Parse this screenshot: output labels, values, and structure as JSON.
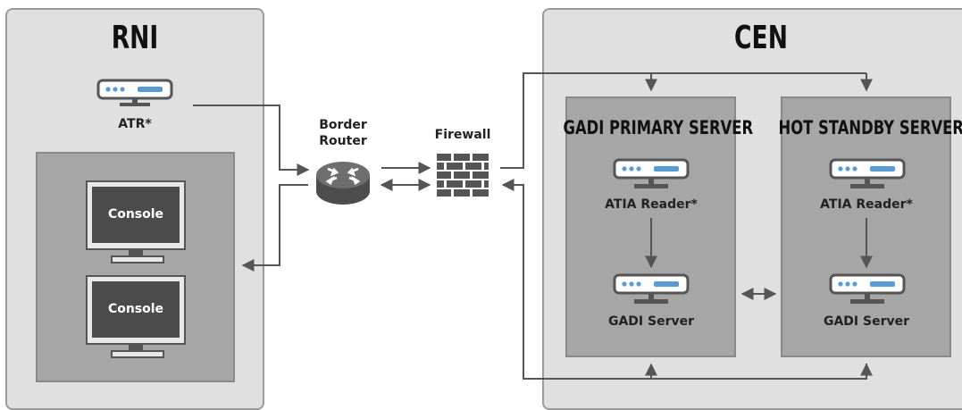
{
  "rni": {
    "title": "RNI",
    "atr_label": "ATR*",
    "console_1_label": "Console",
    "console_2_label": "Console"
  },
  "network": {
    "border_router_label": "Border\nRouter",
    "firewall_label": "Firewall"
  },
  "cen": {
    "title": "CEN",
    "primary": {
      "title": "GADI PRIMARY SERVER",
      "reader_label": "ATIA Reader*",
      "server_label": "GADI Server"
    },
    "standby": {
      "title": "HOT STANDBY SERVER",
      "reader_label": "ATIA Reader*",
      "server_label": "GADI Server"
    }
  },
  "colors": {
    "panel_bg": "#e0e0e0",
    "inner_bg": "#a6a6a6",
    "device_dark": "#555555",
    "device_accent": "#5b9bd5",
    "arrow": "#555555"
  }
}
